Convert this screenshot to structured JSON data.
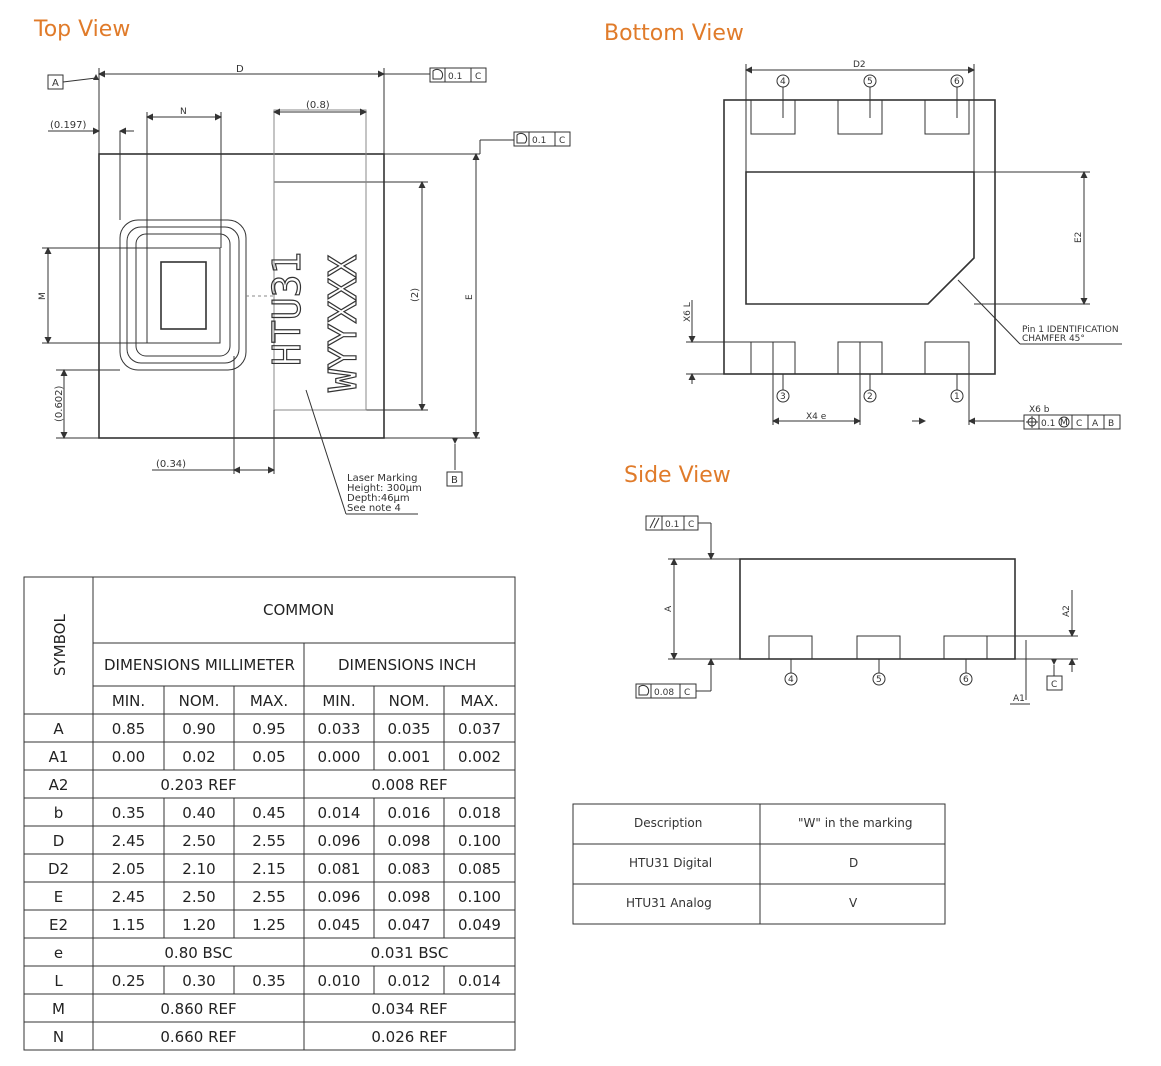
{
  "views": {
    "top_title": "Top View",
    "bottom_title": "Bottom View",
    "side_title": "Side View"
  },
  "top_view": {
    "label_D": "D",
    "label_N": "N",
    "label_M": "M",
    "label_E": "E",
    "dim_0_197": "(0.197)",
    "dim_0_8": "(0.8)",
    "dim_2": "(2)",
    "dim_0_602": "(0.602)",
    "dim_0_34": "(0.34)",
    "datum_A": "A",
    "datum_B": "B",
    "tol_1_value": "0.1",
    "tol_1_datum": "C",
    "tol_2_value": "0.1",
    "tol_2_datum": "C",
    "marking_line1": "HTU31",
    "marking_line2": "WYYXXX",
    "laser_note": [
      "Laser Marking",
      "Height: 300µm",
      "Depth:46µm",
      "See note 4"
    ]
  },
  "bottom_view": {
    "label_D2": "D2",
    "label_E2": "E2",
    "label_L": "X6 L",
    "label_e": "X4 e",
    "label_b": "X6 b",
    "pin_numbers_top": [
      "4",
      "5",
      "6"
    ],
    "pin_numbers_bottom": [
      "3",
      "2",
      "1"
    ],
    "pin1_note": [
      "Pin 1 IDENTIFICATION",
      "CHAMFER 45°"
    ],
    "tol_value": "0.1",
    "tol_modifier": "M",
    "tol_datums": [
      "C",
      "A",
      "B"
    ]
  },
  "side_view": {
    "label_A": "A",
    "label_A1": "A1",
    "label_A2": "A2",
    "datum_C": "C",
    "parallel_tol": "0.1",
    "parallel_datum": "C",
    "flat_tol": "0.08",
    "flat_datum": "C",
    "pin_numbers": [
      "4",
      "5",
      "6"
    ]
  },
  "dim_table": {
    "symbol_header": "SYMBOL",
    "common_header": "COMMON",
    "mm_header": "DIMENSIONS MILLIMETER",
    "inch_header": "DIMENSIONS INCH",
    "sub_headers": [
      "MIN.",
      "NOM.",
      "MAX.",
      "MIN.",
      "NOM.",
      "MAX."
    ],
    "rows": [
      {
        "sym": "A",
        "mm": [
          "0.85",
          "0.90",
          "0.95"
        ],
        "inch": [
          "0.033",
          "0.035",
          "0.037"
        ]
      },
      {
        "sym": "A1",
        "mm": [
          "0.00",
          "0.02",
          "0.05"
        ],
        "inch": [
          "0.000",
          "0.001",
          "0.002"
        ]
      },
      {
        "sym": "A2",
        "mm_merged": "0.203 REF",
        "inch_merged": "0.008 REF"
      },
      {
        "sym": "b",
        "mm": [
          "0.35",
          "0.40",
          "0.45"
        ],
        "inch": [
          "0.014",
          "0.016",
          "0.018"
        ]
      },
      {
        "sym": "D",
        "mm": [
          "2.45",
          "2.50",
          "2.55"
        ],
        "inch": [
          "0.096",
          "0.098",
          "0.100"
        ]
      },
      {
        "sym": "D2",
        "mm": [
          "2.05",
          "2.10",
          "2.15"
        ],
        "inch": [
          "0.081",
          "0.083",
          "0.085"
        ]
      },
      {
        "sym": "E",
        "mm": [
          "2.45",
          "2.50",
          "2.55"
        ],
        "inch": [
          "0.096",
          "0.098",
          "0.100"
        ]
      },
      {
        "sym": "E2",
        "mm": [
          "1.15",
          "1.20",
          "1.25"
        ],
        "inch": [
          "0.045",
          "0.047",
          "0.049"
        ]
      },
      {
        "sym": "e",
        "mm_merged": "0.80 BSC",
        "inch_merged": "0.031 BSC"
      },
      {
        "sym": "L",
        "mm": [
          "0.25",
          "0.30",
          "0.35"
        ],
        "inch": [
          "0.010",
          "0.012",
          "0.014"
        ]
      },
      {
        "sym": "M",
        "mm_merged": "0.860 REF",
        "inch_merged": "0.034 REF"
      },
      {
        "sym": "N",
        "mm_merged": "0.660 REF",
        "inch_merged": "0.026 REF"
      }
    ]
  },
  "marking_table": {
    "headers": [
      "Description",
      "\"W\" in the marking"
    ],
    "rows": [
      [
        "HTU31 Digital",
        "D"
      ],
      [
        "HTU31 Analog",
        "V"
      ]
    ]
  }
}
